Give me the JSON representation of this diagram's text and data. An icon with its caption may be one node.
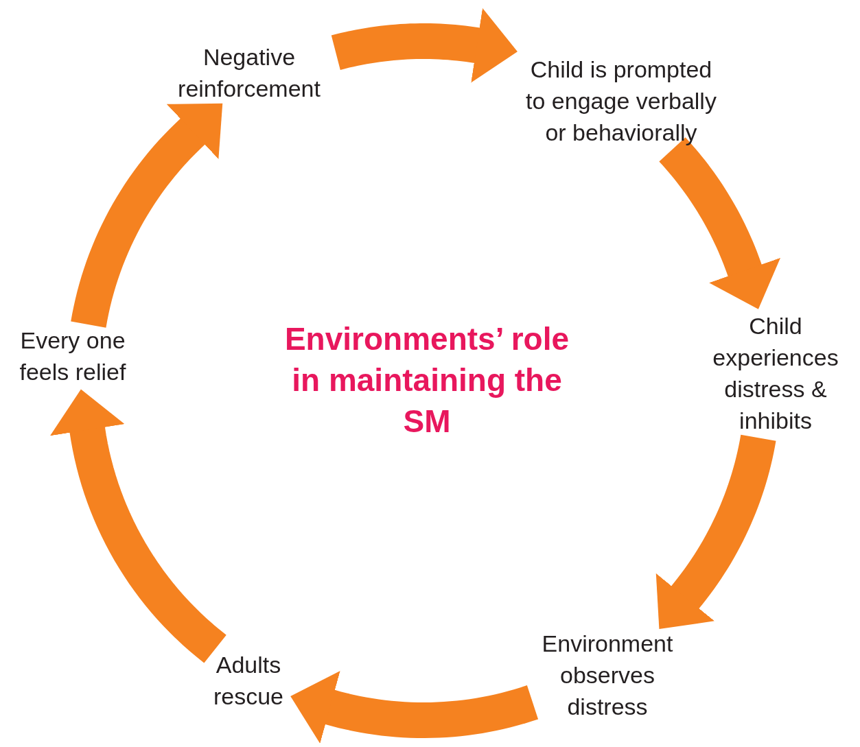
{
  "diagram": {
    "title": "Environments’ role in maintaining the SM",
    "nodes": [
      {
        "text": [
          "Negative reinforcement"
        ]
      },
      {
        "text": [
          "Child is prompted to engage verbally or behaviorally"
        ]
      },
      {
        "text": [
          "Child experiences distress & inhibits"
        ]
      },
      {
        "text": [
          "Environment observes distress"
        ]
      },
      {
        "text": [
          "Adults rescue"
        ]
      },
      {
        "text": [
          "Every one feels relief"
        ]
      }
    ],
    "edges": [
      {
        "from": 0,
        "to": 1,
        "arrow": "to"
      },
      {
        "from": 1,
        "to": 2,
        "arrow": "to"
      },
      {
        "from": 2,
        "to": 3,
        "arrow": "to"
      },
      {
        "from": 3,
        "to": 4,
        "arrow": "to"
      },
      {
        "from": 4,
        "to": 5,
        "arrow": "to"
      },
      {
        "from": 5,
        "to": 0,
        "arrow": "to"
      }
    ]
  }
}
